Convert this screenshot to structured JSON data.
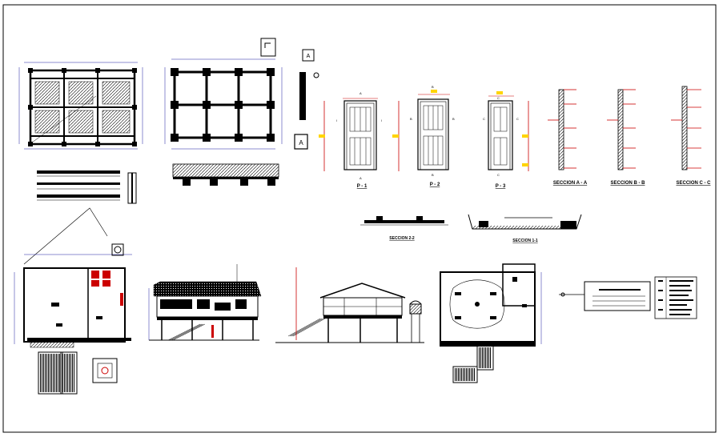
{
  "sheet": {
    "background": "#ffffff",
    "border_color": "#000000",
    "colors": {
      "line": "#000000",
      "dim_red": "#cc0000",
      "dim_blue": "#1a1aa0",
      "mark_yellow": "#ffd400"
    }
  },
  "labels": {
    "door_p1": "P - 1",
    "door_p2": "P - 2",
    "door_p3": "P - 3",
    "section_a": "SECCION A - A",
    "section_b": "SECCION B - B",
    "section_c": "SECCION C - C",
    "section_22": "SECCION 2-2",
    "section_11": "SECCION 1-1",
    "door_marks": {
      "a": "A",
      "b": "B",
      "c": "C"
    }
  },
  "icons": [
    "detail-marker-icon",
    "detail-marker-icon"
  ]
}
